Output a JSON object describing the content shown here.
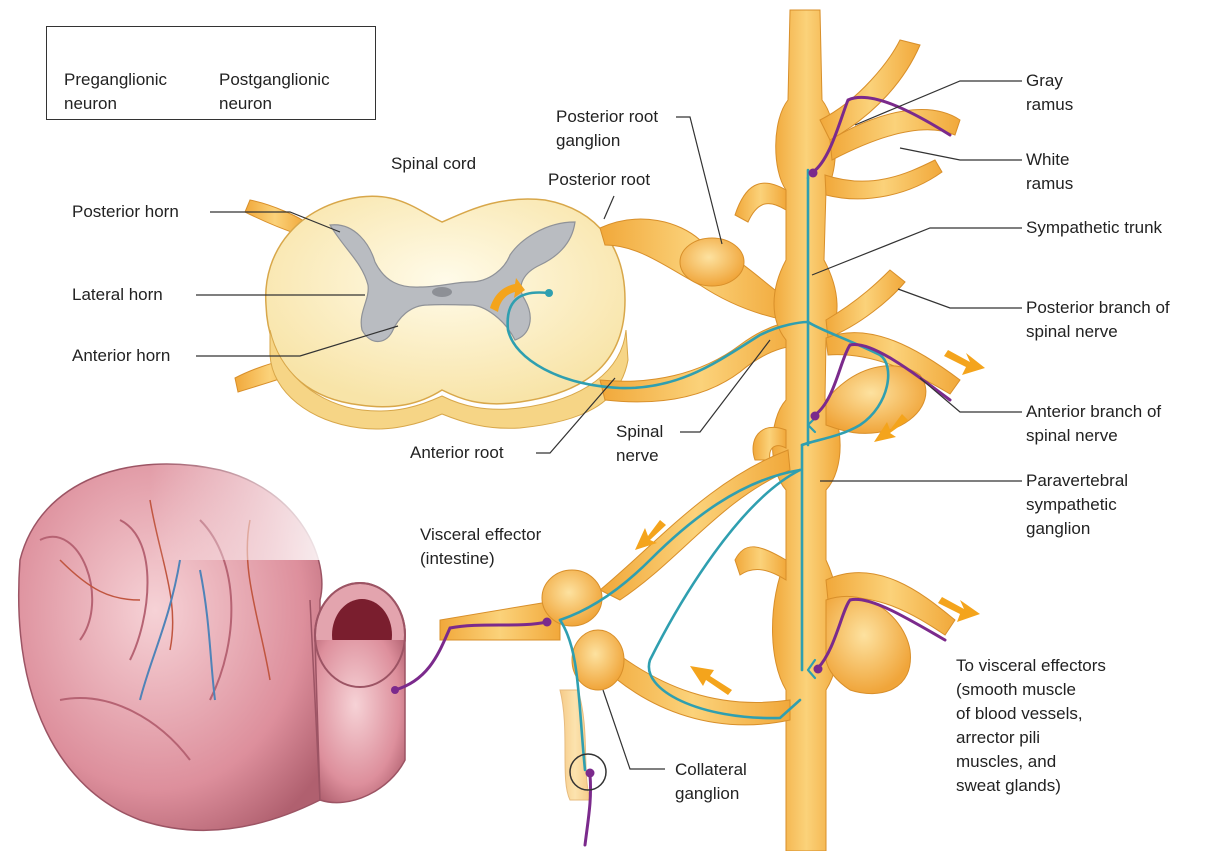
{
  "colors": {
    "nerve": "#f5b84a",
    "nerve_dark": "#e39a2c",
    "preganglionic": "#2f9fb0",
    "postganglionic": "#7b2a8c",
    "cord_fill": "#fdf0c8",
    "gray_matter": "#b9bcc1",
    "intestine": "#d98c98",
    "intestine_dark": "#a65365",
    "arrow": "#f4a41c"
  },
  "legend": {
    "pre_line1": "Preganglionic",
    "pre_line2": "neuron",
    "post_line1": "Postganglionic",
    "post_line2": "neuron"
  },
  "labels": {
    "spinal_cord": "Spinal cord",
    "posterior_horn": "Posterior horn",
    "lateral_horn": "Lateral horn",
    "anterior_horn": "Anterior horn",
    "posterior_root_ganglion_1": "Posterior root",
    "posterior_root_ganglion_2": "ganglion",
    "posterior_root": "Posterior root",
    "anterior_root": "Anterior root",
    "spinal_nerve_1": "Spinal",
    "spinal_nerve_2": "nerve",
    "gray_ramus_1": "Gray",
    "gray_ramus_2": "ramus",
    "white_ramus_1": "White",
    "white_ramus_2": "ramus",
    "sympathetic_trunk": "Sympathetic trunk",
    "posterior_branch_1": "Posterior branch of",
    "posterior_branch_2": "spinal nerve",
    "anterior_branch_1": "Anterior branch of",
    "anterior_branch_2": "spinal nerve",
    "paravertebral_1": "Paravertebral",
    "paravertebral_2": "sympathetic",
    "paravertebral_3": "ganglion",
    "visceral_effector_1": "Visceral effector",
    "visceral_effector_2": "(intestine)",
    "collateral_1": "Collateral",
    "collateral_2": "ganglion",
    "to_visceral_1": "To visceral effectors",
    "to_visceral_2": "(smooth muscle",
    "to_visceral_3": "of blood vessels,",
    "to_visceral_4": "arrector pili",
    "to_visceral_5": "muscles, and",
    "to_visceral_6": "sweat glands)"
  }
}
